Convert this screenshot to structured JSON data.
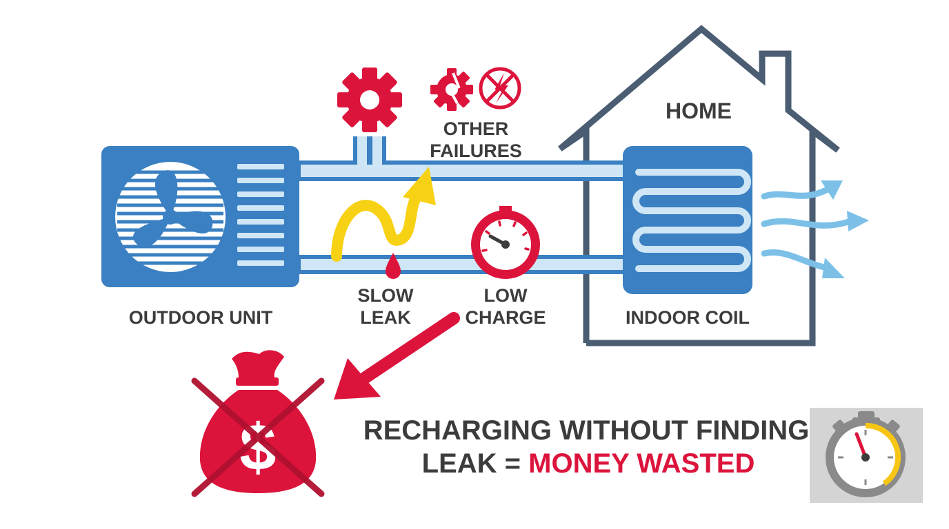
{
  "labels": {
    "outdoor_unit": "OUTDOOR UNIT",
    "slow_leak_1": "SLOW",
    "slow_leak_2": "LEAK",
    "low_charge_1": "LOW",
    "low_charge_2": "CHARGE",
    "other_failures_1": "OTHER",
    "other_failures_2": "FAILURES",
    "home": "HOME",
    "indoor_coil": "INDOOR COIL"
  },
  "message": {
    "line1": "RECHARGING WITHOUT FINDING",
    "line2_prefix": "LEAK = ",
    "line2_highlight": "MONEY WASTED"
  },
  "icons": {
    "fan": "fan-icon",
    "gear": "gear-icon",
    "broken_gear": "broken-gear-icon",
    "no_electric": "no-electric-icon",
    "leak_drop": "drop-icon",
    "pressure_gauge": "gauge-icon",
    "money_bag": "money-bag-icon",
    "timer": "stopwatch-icon"
  },
  "colors": {
    "unit_blue": "#3a80c2",
    "pipe_light": "#cfe6f6",
    "house_stroke": "#4a5d72",
    "alert_red": "#dc143c",
    "yellow_arrow": "#f7d114",
    "air_flow": "#7cc0e8",
    "text_dark": "#3c3c3c"
  }
}
